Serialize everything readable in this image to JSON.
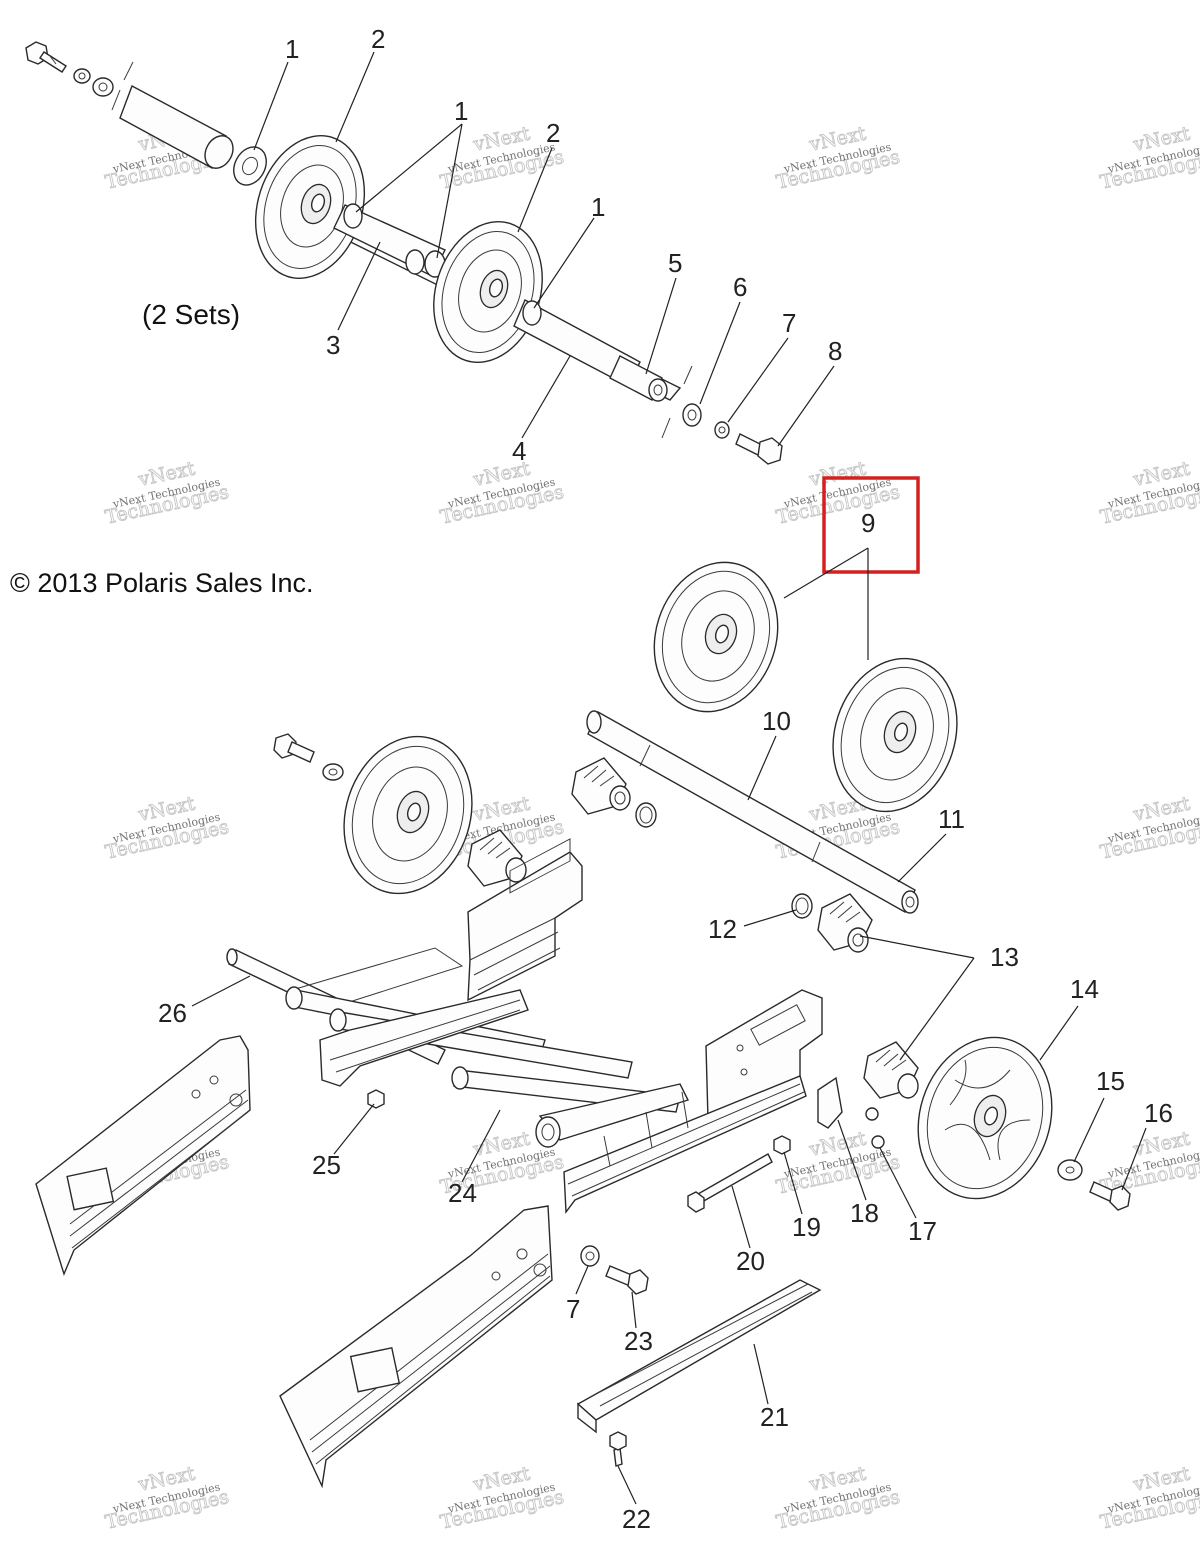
{
  "note": "(2 Sets)",
  "copyright": "© 2013 Polaris Sales Inc.",
  "watermark": {
    "line1": "vNext Technologies",
    "line2": "Technologies",
    "line3": "vNext"
  },
  "highlight": {
    "label": "9",
    "color": "#d42020"
  },
  "callouts": [
    {
      "id": "c1a",
      "text": "1"
    },
    {
      "id": "c2a",
      "text": "2"
    },
    {
      "id": "c1b",
      "text": "1"
    },
    {
      "id": "c2b",
      "text": "2"
    },
    {
      "id": "c1c",
      "text": "1"
    },
    {
      "id": "c3",
      "text": "3"
    },
    {
      "id": "c4",
      "text": "4"
    },
    {
      "id": "c5",
      "text": "5"
    },
    {
      "id": "c6",
      "text": "6"
    },
    {
      "id": "c7a",
      "text": "7"
    },
    {
      "id": "c8",
      "text": "8"
    },
    {
      "id": "c10",
      "text": "10"
    },
    {
      "id": "c11",
      "text": "11"
    },
    {
      "id": "c12",
      "text": "12"
    },
    {
      "id": "c13",
      "text": "13"
    },
    {
      "id": "c14",
      "text": "14"
    },
    {
      "id": "c15",
      "text": "15"
    },
    {
      "id": "c16",
      "text": "16"
    },
    {
      "id": "c17",
      "text": "17"
    },
    {
      "id": "c18",
      "text": "18"
    },
    {
      "id": "c19",
      "text": "19"
    },
    {
      "id": "c20",
      "text": "20"
    },
    {
      "id": "c21",
      "text": "21"
    },
    {
      "id": "c22",
      "text": "22"
    },
    {
      "id": "c23",
      "text": "23"
    },
    {
      "id": "c7b",
      "text": "7"
    },
    {
      "id": "c24",
      "text": "24"
    },
    {
      "id": "c25",
      "text": "25"
    },
    {
      "id": "c26",
      "text": "26"
    }
  ]
}
